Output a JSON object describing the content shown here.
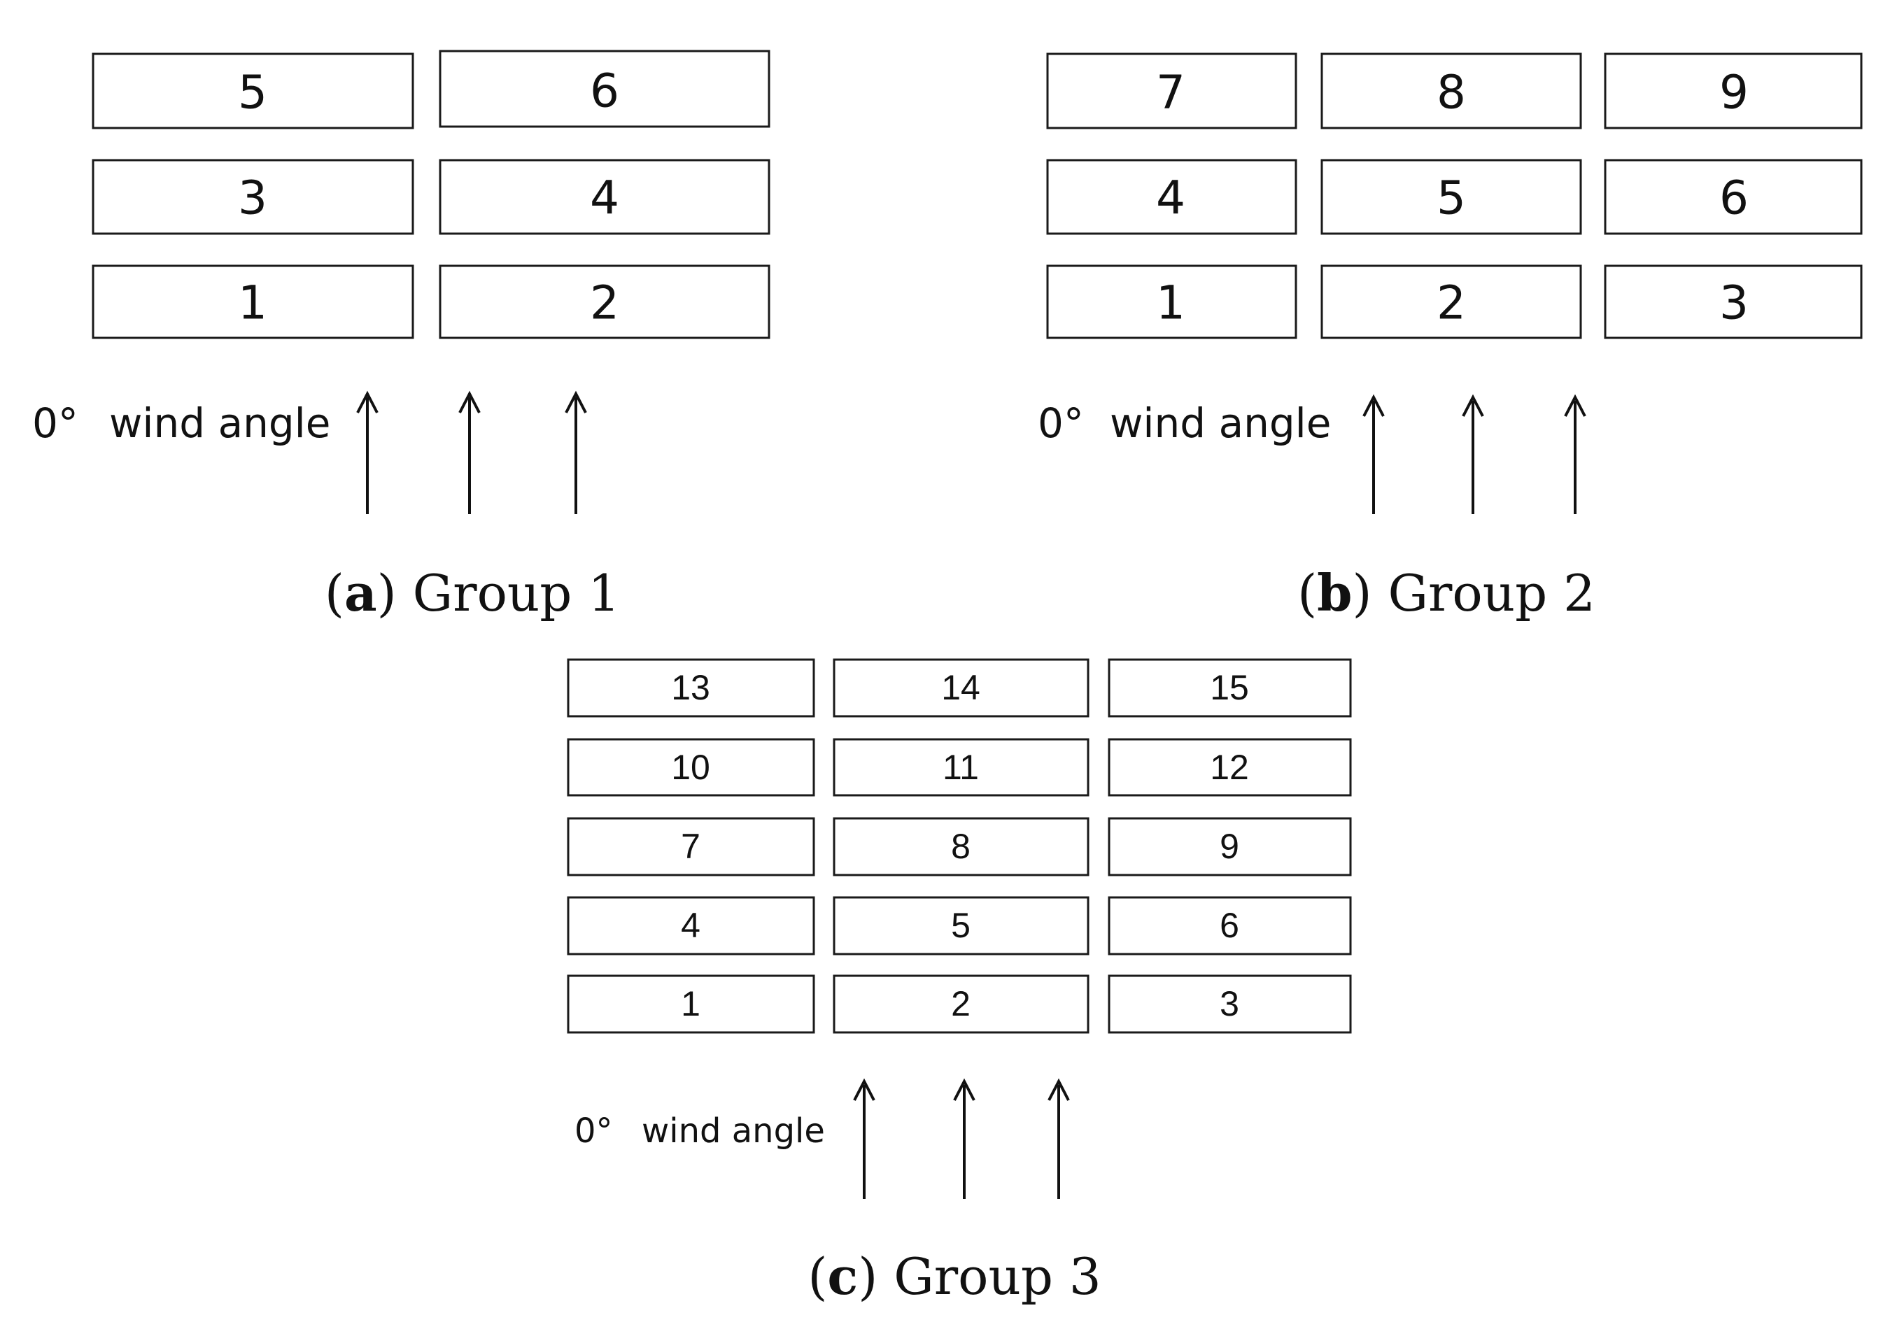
{
  "panels": [
    {
      "id": "a",
      "letter": "a",
      "caption": "Group 1",
      "wind": {
        "angle": "0°",
        "label": "wind angle"
      },
      "buildings": [
        "1",
        "2",
        "3",
        "4",
        "5",
        "6"
      ]
    },
    {
      "id": "b",
      "letter": "b",
      "caption": "Group 2",
      "wind": {
        "angle": "0°",
        "label": "wind angle"
      },
      "buildings": [
        "1",
        "2",
        "3",
        "4",
        "5",
        "6",
        "7",
        "8",
        "9"
      ]
    },
    {
      "id": "c",
      "letter": "c",
      "caption": "Group 3",
      "wind": {
        "angle": "0°",
        "label": "wind angle"
      },
      "buildings": [
        "1",
        "2",
        "3",
        "4",
        "5",
        "6",
        "7",
        "8",
        "9",
        "10",
        "11",
        "12",
        "13",
        "14",
        "15"
      ]
    }
  ]
}
